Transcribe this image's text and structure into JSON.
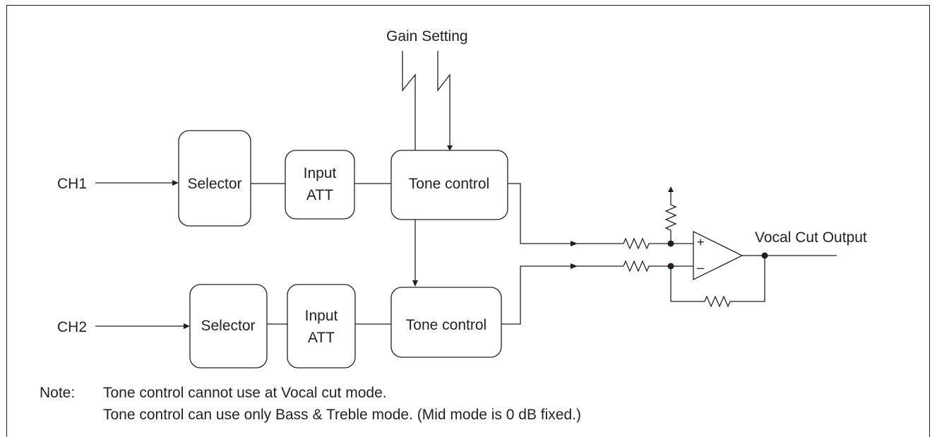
{
  "blocks": {
    "selector_1": "Selector",
    "input_att_1": [
      "Input",
      "ATT"
    ],
    "tone_control_1": "Tone control",
    "selector_2": "Selector",
    "input_att_2": [
      "Input",
      "ATT"
    ],
    "tone_control_2": "Tone control"
  },
  "labels": {
    "ch1": "CH1",
    "ch2": "CH2",
    "gain_setting": "Gain Setting",
    "vocal_cut_output": "Vocal Cut Output",
    "opamp_plus": "+",
    "opamp_minus": "–"
  },
  "note": {
    "label": "Note:",
    "lines": [
      "Tone control cannot use at Vocal cut mode.",
      "Tone control can use only Bass & Treble mode. (Mid mode is 0 dB fixed.)"
    ]
  }
}
